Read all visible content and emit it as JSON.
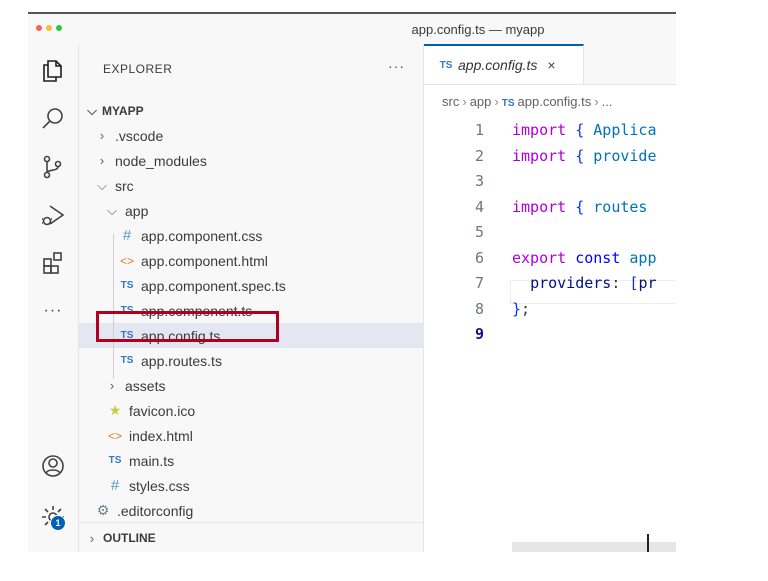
{
  "window": {
    "title": "app.config.ts — myapp"
  },
  "activity_bar": {
    "icons": [
      "explorer-icon",
      "search-icon",
      "source-control-icon",
      "run-debug-icon",
      "extensions-icon",
      "more-icon",
      "account-icon",
      "manage-gear-icon"
    ],
    "more_label": "···",
    "manage_badge": "1"
  },
  "sidebar": {
    "header": "EXPLORER",
    "more_label": "···",
    "root": "MYAPP",
    "items": [
      {
        "label": ".vscode",
        "type": "folder",
        "expanded": false
      },
      {
        "label": "node_modules",
        "type": "folder",
        "expanded": false
      },
      {
        "label": "src",
        "type": "folder",
        "expanded": true
      },
      {
        "label": "app",
        "type": "folder",
        "expanded": true
      },
      {
        "label": "app.component.css",
        "type": "css"
      },
      {
        "label": "app.component.html",
        "type": "html"
      },
      {
        "label": "app.component.spec.ts",
        "type": "ts"
      },
      {
        "label": "app.component.ts",
        "type": "ts"
      },
      {
        "label": "app.config.ts",
        "type": "ts",
        "selected": true
      },
      {
        "label": "app.routes.ts",
        "type": "ts"
      },
      {
        "label": "assets",
        "type": "folder",
        "expanded": false
      },
      {
        "label": "favicon.ico",
        "type": "ico"
      },
      {
        "label": "index.html",
        "type": "html"
      },
      {
        "label": "main.ts",
        "type": "ts"
      },
      {
        "label": "styles.css",
        "type": "css"
      },
      {
        "label": ".editorconfig",
        "type": "config"
      }
    ],
    "outline_label": "OUTLINE",
    "glyphs": {
      "chevron_right": "›",
      "chevron_down": "⌵",
      "ts": "TS",
      "hash": "#",
      "html": "<>",
      "star": "★",
      "gear": "⚙"
    }
  },
  "editor": {
    "tab": {
      "badge": "TS",
      "label": "app.config.ts",
      "close": "×"
    },
    "breadcrumb": {
      "parts": [
        "src",
        "app",
        "app.config.ts",
        "..."
      ],
      "sep": "›",
      "file_badge": "TS"
    },
    "lines": [
      {
        "n": "1",
        "tokens": [
          [
            "kw-purple",
            "import"
          ],
          [
            "",
            " "
          ],
          [
            "brace",
            "{"
          ],
          [
            "",
            " "
          ],
          [
            "var-blue",
            "Applica"
          ]
        ]
      },
      {
        "n": "2",
        "tokens": [
          [
            "kw-purple",
            "import"
          ],
          [
            "",
            " "
          ],
          [
            "brace",
            "{"
          ],
          [
            "",
            " "
          ],
          [
            "var-blue",
            "provide"
          ]
        ]
      },
      {
        "n": "3",
        "tokens": []
      },
      {
        "n": "4",
        "tokens": [
          [
            "kw-purple",
            "import"
          ],
          [
            "",
            " "
          ],
          [
            "brace",
            "{"
          ],
          [
            "",
            " "
          ],
          [
            "var-blue",
            "routes"
          ]
        ]
      },
      {
        "n": "5",
        "tokens": []
      },
      {
        "n": "6",
        "tokens": [
          [
            "kw-purple",
            "export"
          ],
          [
            "",
            " "
          ],
          [
            "kw-blue",
            "const"
          ],
          [
            "",
            " "
          ],
          [
            "var-blue",
            "app"
          ]
        ]
      },
      {
        "n": "7",
        "tokens": [
          [
            "",
            "  "
          ],
          [
            "prop",
            "providers"
          ],
          [
            "",
            ": "
          ],
          [
            "brace",
            "["
          ],
          [
            "prop",
            "pr"
          ]
        ]
      },
      {
        "n": "8",
        "tokens": [
          [
            "brace",
            "}"
          ],
          [
            "",
            ";"
          ]
        ]
      },
      {
        "n": "9",
        "tokens": [],
        "active": true
      }
    ]
  },
  "colors": {
    "accent": "#005fb8",
    "highlight_box": "#b00020",
    "selection": "#e4e6f1"
  }
}
